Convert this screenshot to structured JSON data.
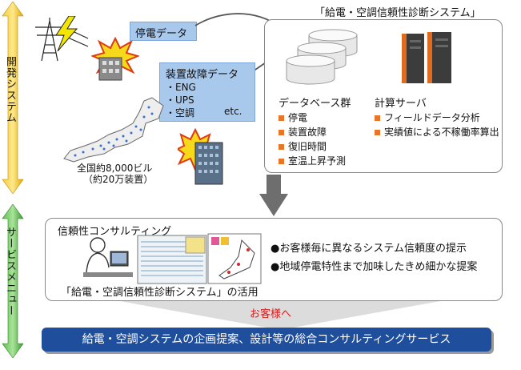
{
  "side": {
    "dev_label": "開発システム",
    "service_label": "サービスメニュー",
    "dev_color": "#f0b400",
    "service_color": "#4caf3c"
  },
  "top": {
    "system_title": "「給電・空調信頼性診断システム」",
    "outage_data": "停電データ",
    "failure_title": "装置故障データ",
    "failure_items": [
      "・ENG",
      "・UPS",
      "・空調"
    ],
    "failure_etc": "etc.",
    "buildings_line1": "全国約8,000ビル",
    "buildings_line2": "（約20万装置）",
    "db_title": "データベース群",
    "db_items": [
      "停電",
      "装置故障",
      "復旧時間",
      "室温上昇予測"
    ],
    "server_title": "計算サーバ",
    "server_items": [
      "フィールドデータ分析",
      "実績値による不稼働率算出"
    ]
  },
  "bottom": {
    "consulting_title": "信頼性コンサルティング",
    "points": [
      "●お客様毎に異なるシステム信頼度の提示",
      "●地域停電特性まで加味したきめ細かな提案"
    ],
    "usage_caption": "「給電・空調信頼性診断システム」の活用",
    "to_customer": "お客様へ",
    "service_banner": "給電・空調システムの企画提案、設計等の総合コンサルティングサービス"
  },
  "colors": {
    "accent_orange": "#e8762a",
    "banner_blue": "#1f4f9c",
    "callout_red": "#d42020"
  }
}
